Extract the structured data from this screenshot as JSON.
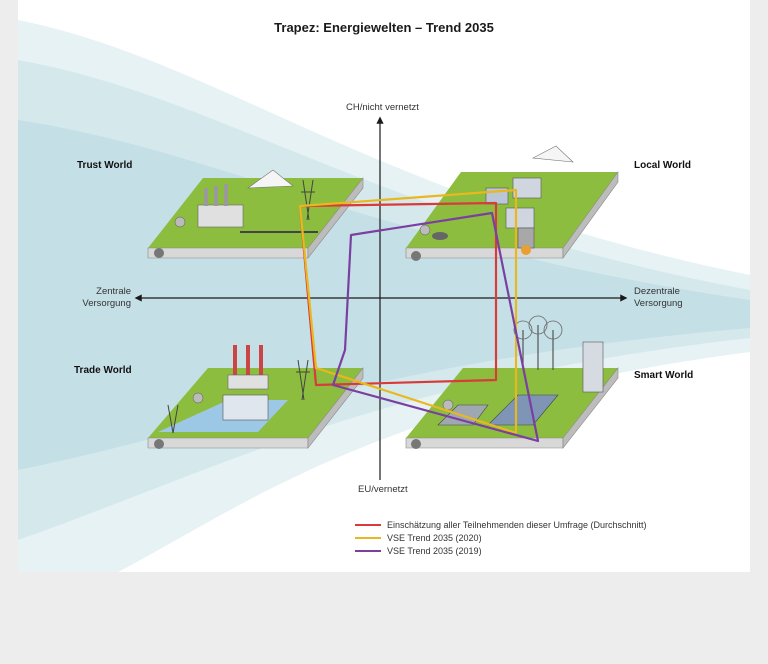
{
  "title": "Trapez: Energiewelten – Trend 2035",
  "axes": {
    "top": "CH/nicht vernetzt",
    "bottom": "EU/vernetzt",
    "left_line1": "Zentrale",
    "left_line2": "Versorgung",
    "right_line1": "Dezentrale",
    "right_line2": "Versorgung"
  },
  "worlds": {
    "trust": "Trust World",
    "local": "Local World",
    "trade": "Trade World",
    "smart": "Smart World"
  },
  "tile_icons": [
    "plug-icon",
    "law-paragraph-icon"
  ],
  "legend": [
    {
      "label": "Einschätzung aller Teilnehmenden dieser Umfrage (Durchschnitt)",
      "color": "#d93a3a"
    },
    {
      "label": "VSE Trend 2035 (2020)",
      "color": "#e8b81e"
    },
    {
      "label": "VSE Trend 2035 (2019)",
      "color": "#7a3fa0"
    }
  ]
}
